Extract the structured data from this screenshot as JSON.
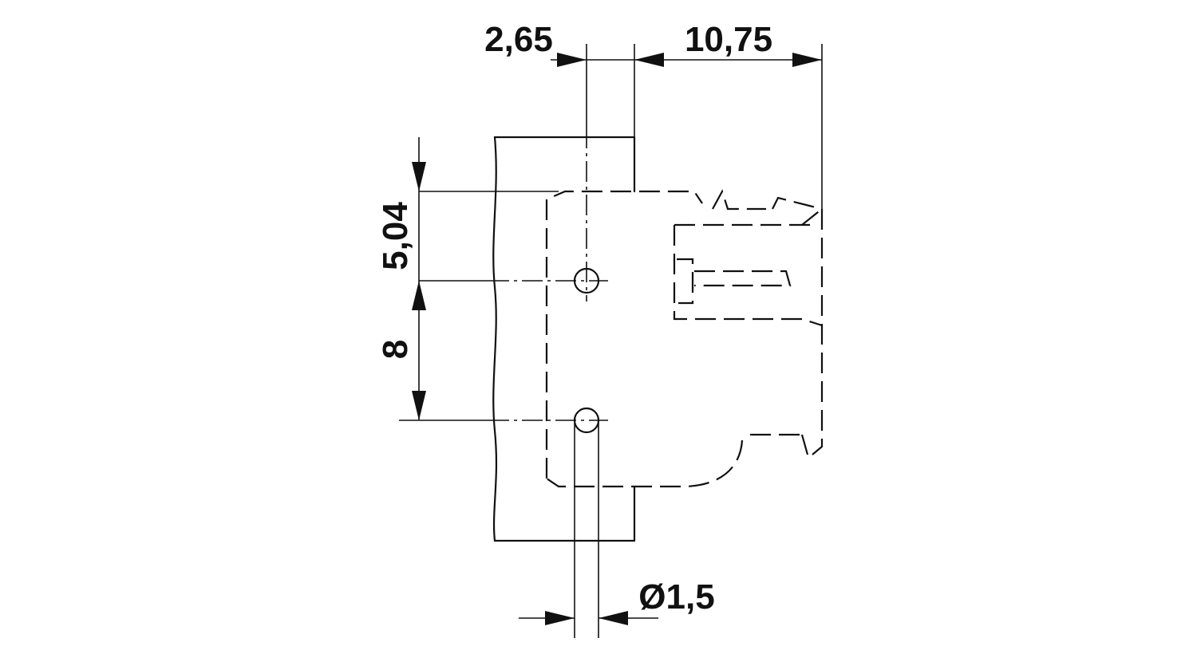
{
  "dimensions": {
    "pitch_offset": "2,65",
    "housing_depth": "10,75",
    "top_to_pin": "5,04",
    "pin_spacing": "8",
    "pin_diameter": "Ø1,5"
  },
  "colors": {
    "line": "#111111",
    "background": "#ffffff"
  }
}
